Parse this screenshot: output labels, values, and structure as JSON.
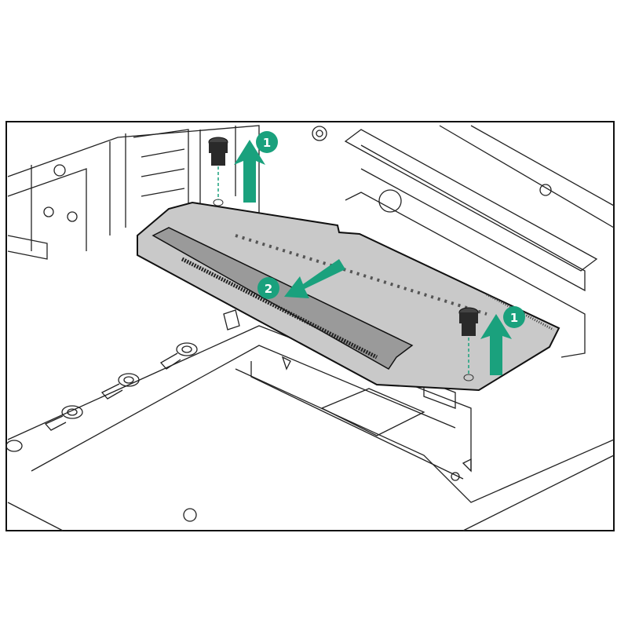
{
  "steps": [
    {
      "number": "1",
      "action": "remove-screw",
      "icon": "arrow-up-icon"
    },
    {
      "number": "2",
      "action": "slide-board-out",
      "icon": "arrow-down-left-icon"
    },
    {
      "number": "1",
      "action": "remove-screw",
      "icon": "arrow-up-icon"
    }
  ],
  "colors": {
    "accent": "#1aa17d",
    "board": "#c9c9c9",
    "line": "#1a1a1a",
    "screw": "#2a2a2a"
  }
}
